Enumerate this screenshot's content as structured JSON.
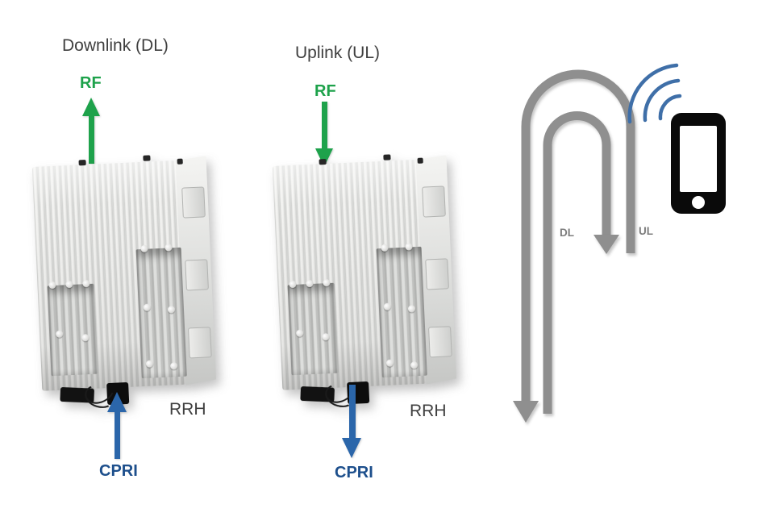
{
  "page": {
    "background": "#ffffff"
  },
  "downlink_panel": {
    "title": "Downlink (DL)",
    "rf_label": "RF",
    "rf_arrow_direction": "up",
    "cpri_label": "CPRI",
    "cpri_arrow_direction": "up",
    "rrh_label": "RRH"
  },
  "uplink_panel": {
    "title": "Uplink (UL)",
    "rf_label": "RF",
    "rf_arrow_direction": "down",
    "cpri_label": "CPRI",
    "cpri_arrow_direction": "down",
    "rrh_label": "RRH"
  },
  "loopback_diagram": {
    "dl_label": "DL",
    "ul_label": "UL",
    "dl_arrow_direction": "down-toward-phone",
    "ul_arrow_direction": "down-toward-rrh",
    "icons": {
      "smartphone": "smartphone-icon",
      "wireless_signal": "wireless-signal-icon",
      "dl_loop": "dl-loop-arrow-icon",
      "ul_loop": "ul-loop-arrow-icon"
    }
  },
  "colors": {
    "rf_green": "#1EA24B",
    "cpri_arrow_blue": "#2B66AA",
    "cpri_text_blue": "#1D4F8C",
    "label_dark": "#3F3F3F",
    "loop_gray": "#8F8F8F",
    "wave_blue": "#3F6FA8",
    "phone_black": "#0A0A0A"
  }
}
